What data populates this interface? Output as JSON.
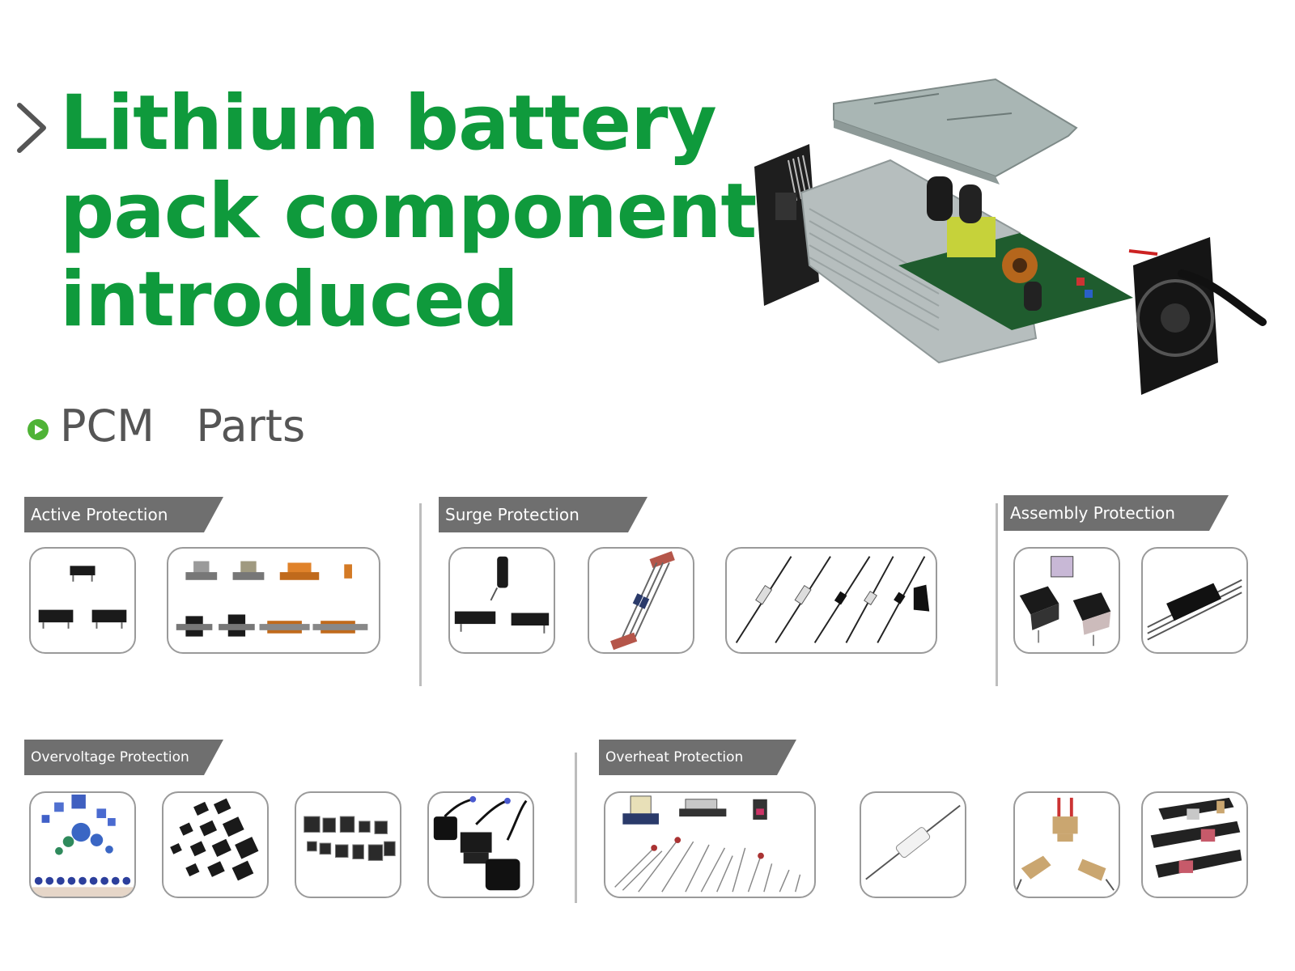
{
  "title": {
    "lines": [
      "Lithium battery",
      "pack components",
      "introduced"
    ]
  },
  "section": {
    "heading": "PCM   Parts"
  },
  "categories": {
    "active": "Active Protection",
    "surge": "Surge Protection",
    "assembly": "Assembly Protection",
    "overvoltage": "Overvoltage Protection",
    "overheat": "Overheat Protection"
  },
  "colors": {
    "title_green": "#0f9a3c",
    "label_gray": "#6f6f6f",
    "heading_gray": "#555555",
    "thumb_border": "#9a9a9a"
  },
  "icons": {
    "title": "chevron-right-icon",
    "section": "circle-play-icon"
  }
}
